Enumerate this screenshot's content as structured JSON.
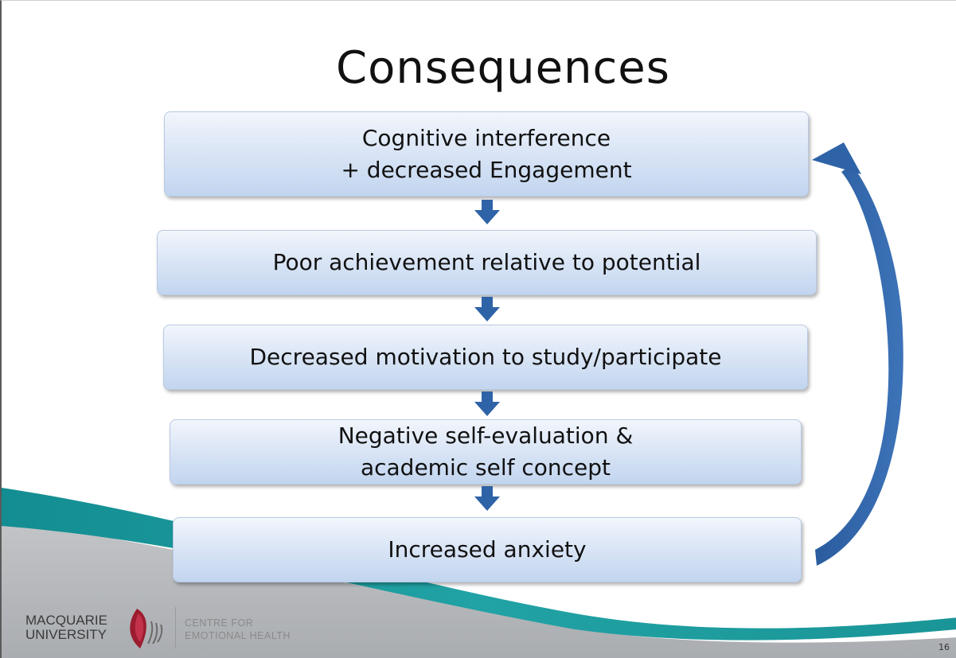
{
  "slide": {
    "title": "Consequences",
    "page_number": "16"
  },
  "flow": {
    "steps": [
      {
        "lines": [
          "Cognitive interference",
          "+ decreased Engagement"
        ]
      },
      {
        "lines": [
          "Poor achievement relative to potential"
        ]
      },
      {
        "lines": [
          "Decreased motivation to study/participate"
        ]
      },
      {
        "lines": [
          "Negative self-evaluation &",
          "academic self concept"
        ]
      },
      {
        "lines": [
          "Increased anxiety"
        ]
      }
    ]
  },
  "footer": {
    "university_line1": "MACQUARIE",
    "university_line2": "UNIVERSITY",
    "centre_line1": "CENTRE FOR",
    "centre_line2": "EMOTIONAL HEALTH"
  },
  "colors": {
    "arrow": "#2f63a7",
    "teal_wave": "#1f9a9c",
    "grey_band": "#b8babd",
    "logo_red": "#9b1c2e"
  }
}
